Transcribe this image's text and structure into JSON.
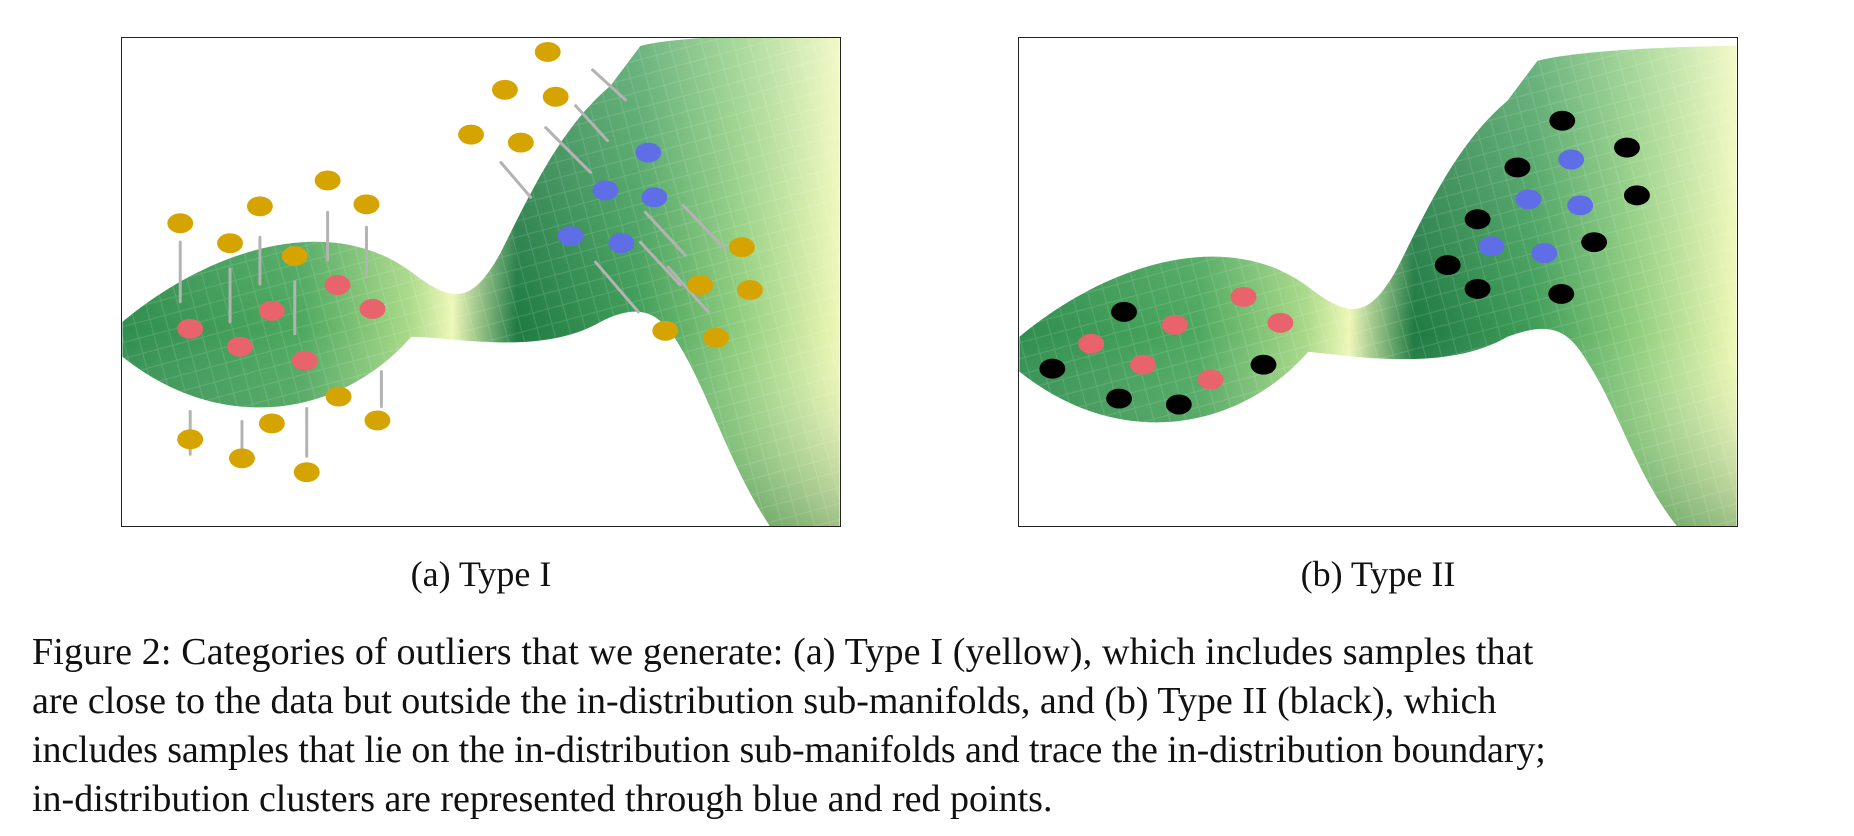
{
  "figure": {
    "panels": [
      {
        "id": "a",
        "label": "(a) Type I"
      },
      {
        "id": "b",
        "label": "(b) Type II"
      }
    ],
    "caption_lines": [
      "Figure 2: Categories of outliers that we generate: (a) Type I (yellow), which includes samples that",
      "are close to the data but outside the in-distribution sub-manifolds, and (b) Type II (black), which",
      "includes samples that lie on the in-distribution sub-manifolds and trace the in-distribution boundary;",
      "in-distribution clusters are represented through blue and red points."
    ]
  },
  "colors": {
    "yellow": "#d6a400",
    "blue": "#5f6de6",
    "red": "#e8636b",
    "black": "#000000",
    "stem": "#b3b3b3",
    "surface_dark": "#17753f",
    "surface_mid": "#5fb36a",
    "surface_light": "#f3f9bc"
  }
}
